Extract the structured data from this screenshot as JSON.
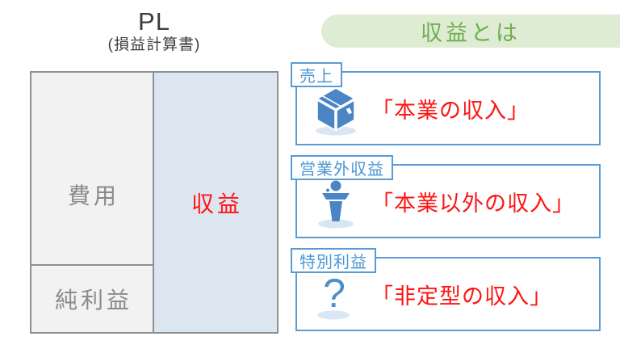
{
  "pl": {
    "title": "PL",
    "subtitle": "(損益計算書)",
    "expenses_label": "費用",
    "net_profit_label": "純利益",
    "revenue_label": "収益"
  },
  "banner": {
    "title": "収益とは"
  },
  "items": [
    {
      "tab": "売上",
      "description": "「本業の収入」",
      "icon": "package-box-icon"
    },
    {
      "tab": "営業外収益",
      "description": "「本業以外の収入」",
      "icon": "podium-speaker-icon"
    },
    {
      "tab": "特別利益",
      "description": "「非定型の収入」",
      "icon": "question-mark-icon"
    }
  ],
  "icons": {
    "question_glyph": "?"
  },
  "colors": {
    "accent_blue": "#5b9bd5",
    "icon_blue": "#4a86c5",
    "highlight_red": "#ff1414",
    "green_text": "#6fad50",
    "green_bg": "#dfecd4",
    "gray_border": "#8f8f8f",
    "gray_text": "#8a8a8a",
    "cell_gray_bg": "#f2f2f2",
    "cell_blue_bg": "#dce6f1",
    "shadow_blue": "#d9e6f4"
  }
}
